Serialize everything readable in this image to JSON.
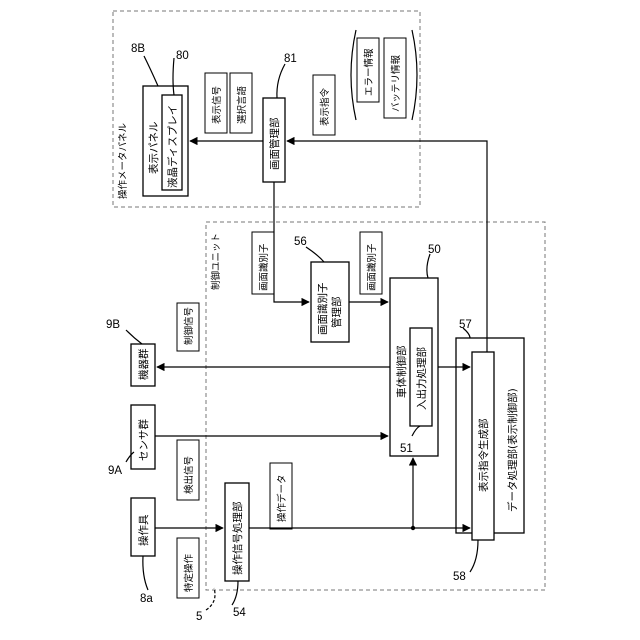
{
  "groups": {
    "panel_title": "操作メータパネル",
    "control_unit_title": "制御ユニット"
  },
  "blocks": {
    "display_panel": "表示パネル",
    "lcd": "液晶ディスプレイ",
    "screen_manager": "画面管理部",
    "screen_id_manager": [
      "画面識別子",
      "管理部"
    ],
    "vehicle_control": "車体制御部",
    "io_processor": "入出力処理部",
    "data_processor": "データ処理部(表示制御部)",
    "display_cmd_gen": "表示指令生成部",
    "op_signal_proc": "操作信号処理部",
    "operation_tool": "操作具",
    "sensor_group": "センサ群",
    "device_group": "機器群"
  },
  "notes": {
    "display_signal": "表示信号",
    "selected_language": "選択言語",
    "display_command": "表示指令",
    "error_info": "エラー情報",
    "battery_info": "バッテリ情報",
    "screen_id_1": "画面識別子",
    "screen_id_2": "画面識別子",
    "control_signal": "制御信号",
    "detection_signal": "検出信号",
    "operation_data": "操作データ",
    "specific_operation": "特定操作"
  },
  "refs": {
    "r8B": "8B",
    "r80": "80",
    "r81": "81",
    "r56": "56",
    "r50": "50",
    "r57": "57",
    "r51": "51",
    "r58": "58",
    "r54": "54",
    "r5": "5",
    "r9B": "9B",
    "r9A": "9A",
    "r8a": "8a"
  }
}
